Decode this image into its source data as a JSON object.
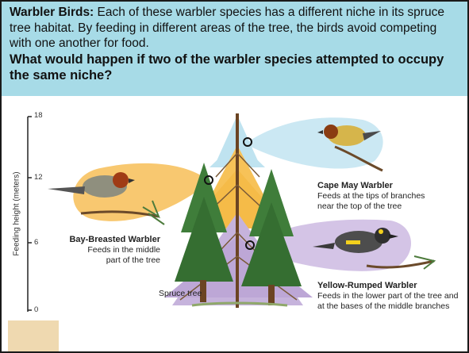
{
  "header": {
    "title_label": "Warbler Birds:",
    "intro_text": "Each of these warbler species has a different niche in its spruce tree habitat.  By feeding in different areas of the tree, the birds avoid competing with one another for food.",
    "question": "What would happen if two of the warbler species attempted to occupy the same niche?"
  },
  "axis": {
    "label": "Feeding height (meters)",
    "ticks": [
      "18",
      "12",
      "6",
      "0"
    ]
  },
  "tree_label": "Spruce tree",
  "birds": [
    {
      "name": "Cape May Warbler",
      "desc_line1": "Feeds at the tips of branches",
      "desc_line2": "near the top of the tree"
    },
    {
      "name": "Bay-Breasted Warbler",
      "desc_line1": "Feeds in the middle",
      "desc_line2": "part of the tree"
    },
    {
      "name": "Yellow-Rumped Warbler",
      "desc_line1": "Feeds in the lower part of the tree and",
      "desc_line2": "at the bases of the middle branches"
    }
  ],
  "colors": {
    "header_bg": "#a7dbe7",
    "top_zone": "#bfe3f0",
    "middle_zone": "#f7c258",
    "lower_zone": "#c6b3dc",
    "tree_green": "#3f7d3a"
  }
}
